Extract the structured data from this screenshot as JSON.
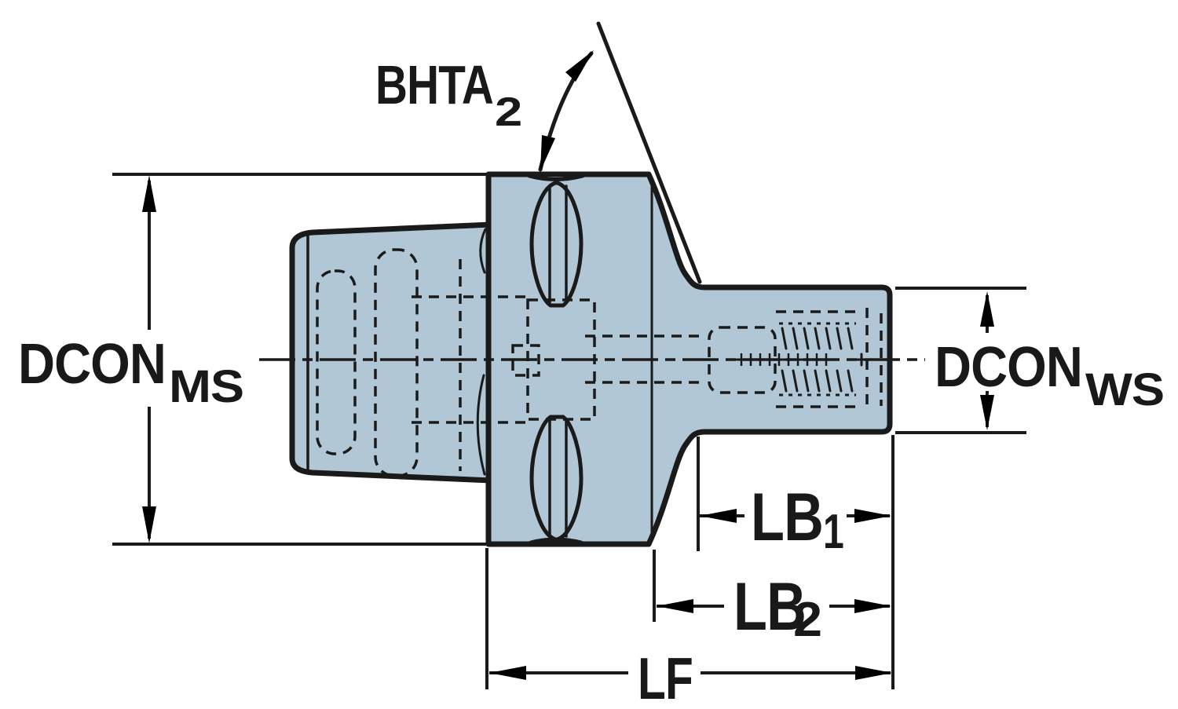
{
  "colors": {
    "body_fill": "#b2c7d5",
    "line": "#1a1a1a",
    "text": "#191919",
    "background": "#ffffff"
  },
  "labels": {
    "bhta2": {
      "base": "BHTA",
      "sub": "2"
    },
    "dcon_ms": {
      "base": "DCON",
      "sub": "MS"
    },
    "dcon_ws": {
      "base": "DCON",
      "sub": "WS"
    },
    "lb1": {
      "base": "LB",
      "sub": "1"
    },
    "lb2": {
      "base": "LB",
      "sub": "2"
    },
    "lf": {
      "base": "LF",
      "sub": ""
    }
  },
  "dimension_labels_visible": [
    "BHTA2",
    "DCONMS",
    "DCONWS",
    "LB1",
    "LB2",
    "LF"
  ]
}
